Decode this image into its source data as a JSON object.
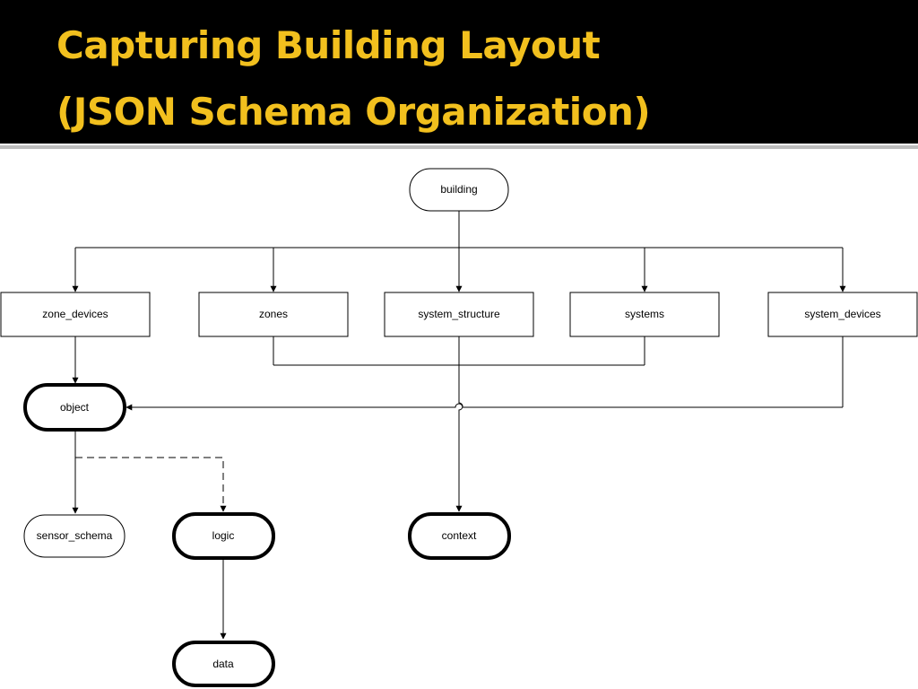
{
  "slide": {
    "title_line_1": "Capturing Building Layout",
    "title_line_2": "(JSON Schema Organization)"
  },
  "colors": {
    "background": "#ffffff",
    "title_bar": "#000000",
    "title_text": "#f2c01e",
    "line": "#000000"
  },
  "diagram": {
    "nodes": {
      "building": "building",
      "zone_devices": "zone_devices",
      "zones": "zones",
      "system_structure": "system_structure",
      "systems": "systems",
      "system_devices": "system_devices",
      "object": "object",
      "sensor_schema": "sensor_schema",
      "logic": "logic",
      "context": "context",
      "data": "data"
    }
  }
}
